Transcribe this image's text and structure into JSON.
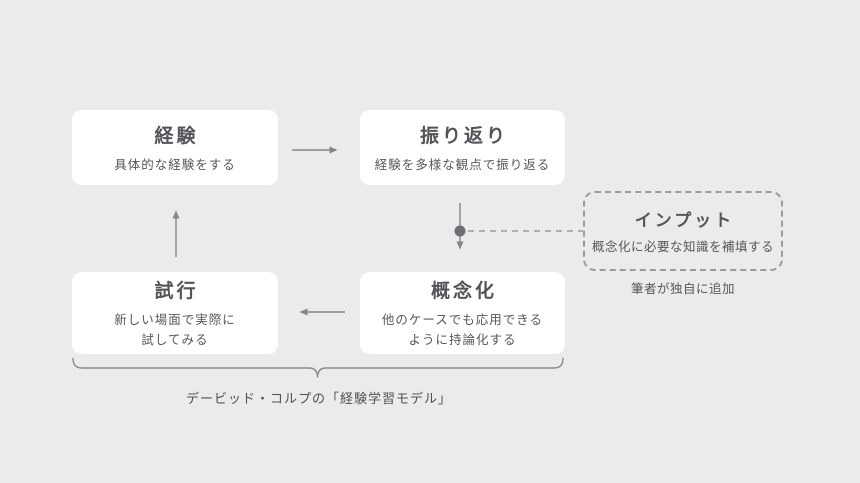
{
  "diagram": {
    "boxes": {
      "experience": {
        "title": "経験",
        "subtitle": "具体的な経験をする"
      },
      "reflection": {
        "title": "振り返り",
        "subtitle": "経験を多様な観点で振り返る"
      },
      "conceptualization": {
        "title": "概念化",
        "subtitle": "他のケースでも応用できる\nように持論化する"
      },
      "trial": {
        "title": "試行",
        "subtitle": "新しい場面で実際に\n試してみる"
      },
      "input": {
        "title": "インプット",
        "subtitle": "概念化に必要な知識を補填する",
        "note": "筆者が独自に追加"
      }
    },
    "caption": "デービッド・コルプの「経験学習モデル」",
    "colors": {
      "background": "#ebebeb",
      "box_fill": "#ffffff",
      "text": "#55555a",
      "line": "#85858a",
      "dashed_border": "#9b9b9f",
      "junction_dot": "#6d6d72"
    }
  }
}
